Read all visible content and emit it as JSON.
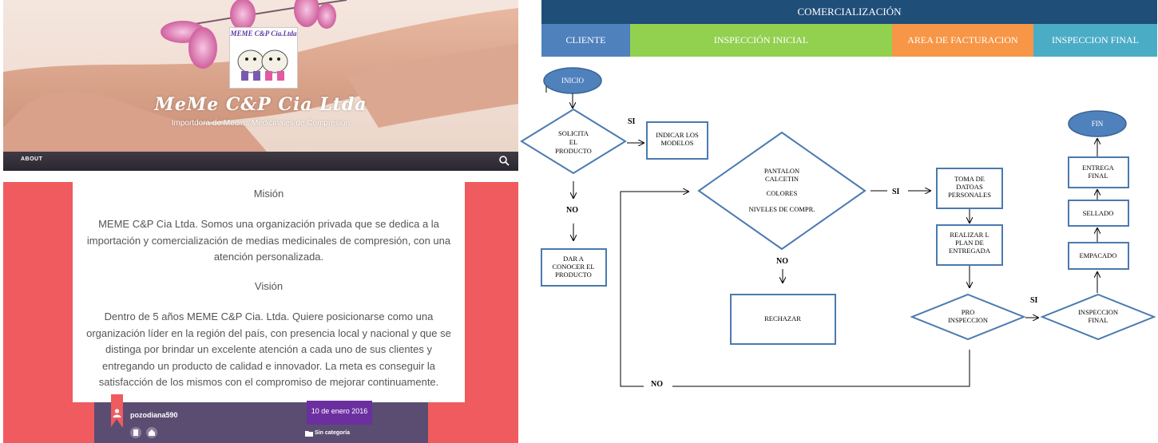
{
  "website": {
    "logo_title": "MEME C&P Cia.Ltda",
    "site_title": "MeMe C&P Cia Ltda",
    "tagline": "Importdora de Medias Medicinales de Compresion",
    "nav_about": "ABOUT",
    "mision_heading": "Misión",
    "mision_text": "MEME C&P Cia Ltda. Somos una organización privada que se dedica a la importación y comercialización de medias medicinales de compresión, con una atención personalizada.",
    "vision_heading": "Visión",
    "vision_text": "Dentro  de 5 años MEME C&P Cia. Ltda. Quiere posicionarse como una organización líder en la región del país, con presencia local y nacional y que se distinga por brindar un excelente atención a cada uno de sus clientes y entregando un producto de calidad e innovador. La meta es conseguir la satisfacción de los mismos con el compromiso de mejorar continuamente.",
    "author": "pozodiana590",
    "date": "10 de enero 2016",
    "category": "Sin categoría",
    "colors": {
      "accent_red": "#ef5b5e",
      "post_bar": "#5b4d72",
      "date_badge": "#6b2fa0"
    }
  },
  "flowchart": {
    "title": "COMERCIALIZACIÓN",
    "lanes": [
      {
        "label": "CLIENTE",
        "color": "#4f81bd"
      },
      {
        "label": "INSPECCIÓN INICIAL",
        "color": "#92d050"
      },
      {
        "label": "AREA DE FACTURACION",
        "color": "#f79646"
      },
      {
        "label": "INSPECCION FINAL",
        "color": "#4bacc6"
      }
    ],
    "nodes": {
      "inicio": "INICIO",
      "solicita": [
        "SOLICITA",
        "EL",
        "PRODUCTO"
      ],
      "indicar": [
        "INDICAR LOS",
        "MODELOS"
      ],
      "dar_a_conocer": [
        "DAR A",
        "CONOCER EL",
        "PRODUCTO"
      ],
      "pantalon": [
        "PANTALON",
        "CALCETIN"
      ],
      "colores": "COLORES",
      "niveles": "NIVELES DE COMPR.",
      "rechazar": "RECHAZAR",
      "toma": [
        "TOMA DE",
        "DATOAS",
        "PERSONALES"
      ],
      "realizar": [
        "REALIZAR L",
        "PLAN DE",
        "ENTREGADA"
      ],
      "pro": [
        "PRO",
        "INSPECCION"
      ],
      "insp_final": [
        "INSPECCION",
        "FINAL"
      ],
      "empacado": "EMPACADO",
      "sellado": "SELLADO",
      "entrega": [
        "ENTREGA",
        "FINAL"
      ],
      "fin": "FIN"
    },
    "labels": {
      "si": "SI",
      "no": "NO"
    },
    "node_stroke": "#4a7ab0"
  }
}
